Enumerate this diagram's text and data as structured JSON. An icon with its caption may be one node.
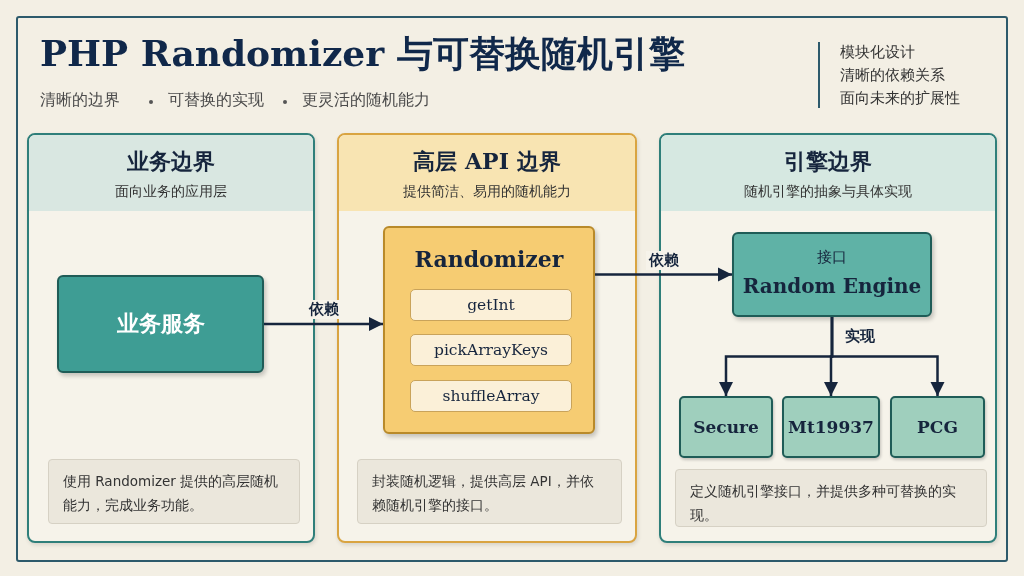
{
  "diagram": {
    "title": "PHP Randomizer 与可替换随机引擎",
    "nodes": [
      {
        "text": [
          "业务边界",
          "面向业务的应用层"
        ]
      },
      {
        "text": [
          "业务服务"
        ],
        "in": 0
      },
      {
        "text": [
          "使用 Randomizer 提供的高层随机能力，完成业务功能。"
        ],
        "in": 0
      },
      {
        "text": [
          "高层 API 边界",
          "提供简洁、易用的随机能力"
        ]
      },
      {
        "text": [
          "Randomizer"
        ],
        "in": 3
      },
      {
        "text": [
          "getInt"
        ],
        "in": 4
      },
      {
        "text": [
          "pickArrayKeys"
        ],
        "in": 4
      },
      {
        "text": [
          "shuffleArray"
        ],
        "in": 4
      },
      {
        "text": [
          "封装随机逻辑，提供高层 API，并依赖随机引擎的接口。"
        ],
        "in": 3
      },
      {
        "text": [
          "引擎边界",
          "随机引擎的抽象与具体实现"
        ]
      },
      {
        "text": [
          "接口",
          "Random Engine"
        ],
        "in": 9
      },
      {
        "text": [
          "Secure"
        ],
        "in": 9
      },
      {
        "text": [
          "Mt19937"
        ],
        "in": 9
      },
      {
        "text": [
          "PCG"
        ],
        "in": 9
      },
      {
        "text": [
          "定义随机引擎接口，并提供多种可替换的实现。"
        ],
        "in": 9
      }
    ],
    "edges": [
      {
        "from": 1,
        "to": 4,
        "arrow": "to",
        "label": "依赖"
      },
      {
        "from": 4,
        "to": 10,
        "arrow": "to",
        "label": "依赖"
      },
      {
        "from": 10,
        "to": 11,
        "arrow": "to",
        "label": "实现"
      },
      {
        "from": 10,
        "to": 12,
        "arrow": "to"
      },
      {
        "from": 10,
        "to": 13,
        "arrow": "to"
      }
    ],
    "labels": [
      "清晰的边界",
      "可替换的实现",
      "更灵活的随机能力",
      "模块化设计",
      "清晰的依赖关系",
      "面向未来的扩展性"
    ]
  }
}
